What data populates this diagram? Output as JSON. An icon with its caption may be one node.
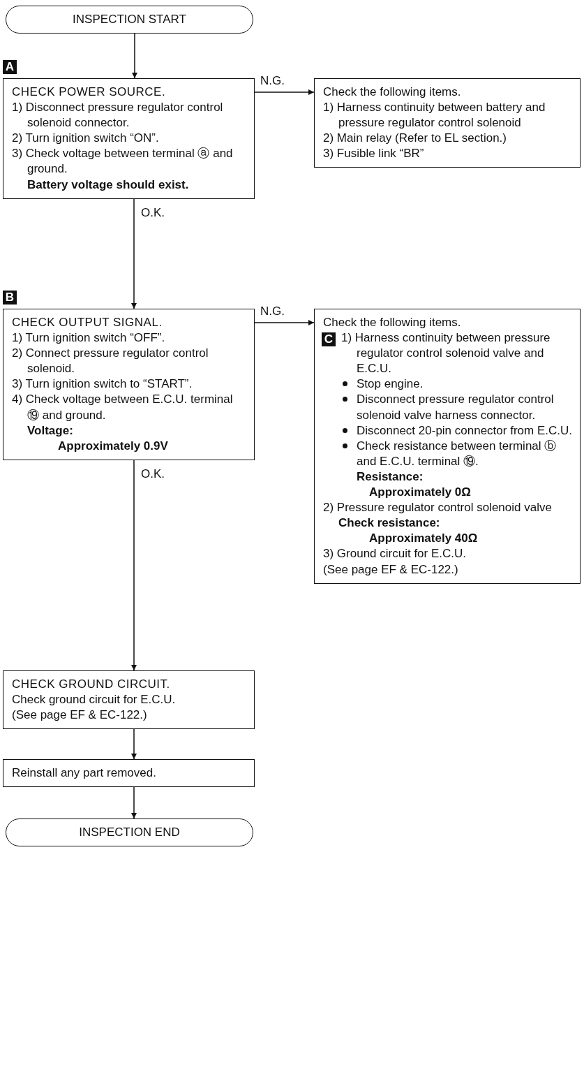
{
  "diagram": {
    "nodes": [
      {
        "text": [
          "INSPECTION START"
        ]
      },
      {
        "text": [
          "CHECK POWER SOURCE.",
          "1) Disconnect pressure regulator control solenoid connector.",
          "2) Turn ignition switch “ON”.",
          "3) Check voltage between terminal ⓐ and ground.",
          "Battery voltage should exist."
        ],
        "beside": [
          "A"
        ]
      },
      {
        "text": [
          "Check the following items.",
          "1) Harness continuity between battery and pressure regulator control solenoid",
          "2) Main relay (Refer to EL section.)",
          "3) Fusible link “BR”"
        ]
      },
      {
        "text": [
          "CHECK OUTPUT SIGNAL.",
          "1) Turn ignition switch “OFF”.",
          "2) Connect pressure regulator control solenoid.",
          "3) Turn ignition switch to “START”.",
          "4) Check voltage between E.C.U. terminal ⑲ and ground.",
          "Voltage:",
          "Approximately 0.9V"
        ],
        "beside": [
          "B"
        ]
      },
      {
        "text": [
          "Check the following items.",
          "C",
          "1) Harness continuity between pressure regulator control solenoid valve and E.C.U.",
          "Stop engine.",
          "Disconnect pressure regulator control solenoid valve harness connector.",
          "Disconnect 20-pin connector from E.C.U.",
          "Check resistance between terminal ⓑ and E.C.U. terminal ⑲.",
          "Resistance:",
          "Approximately 0Ω",
          "2) Pressure regulator control solenoid valve",
          "Check resistance:",
          "Approximately 40Ω",
          "3) Ground circuit for E.C.U.",
          "(See page EF & EC-122.)"
        ]
      },
      {
        "text": [
          "CHECK GROUND CIRCUIT.",
          "Check ground circuit for E.C.U.",
          "(See page EF & EC-122.)"
        ]
      },
      {
        "text": [
          "Reinstall any part removed."
        ]
      },
      {
        "text": [
          "INSPECTION END"
        ]
      }
    ],
    "edges": [
      {
        "from": 0,
        "to": 1,
        "arrow": "to"
      },
      {
        "from": 1,
        "to": 2,
        "arrow": "to",
        "label": "N.G."
      },
      {
        "from": 1,
        "to": 3,
        "arrow": "to",
        "label": "O.K."
      },
      {
        "from": 3,
        "to": 4,
        "arrow": "to",
        "label": "N.G."
      },
      {
        "from": 3,
        "to": 5,
        "arrow": "to",
        "label": "O.K."
      },
      {
        "from": 5,
        "to": 6,
        "arrow": "to"
      },
      {
        "from": 6,
        "to": 7,
        "arrow": "to"
      }
    ]
  }
}
